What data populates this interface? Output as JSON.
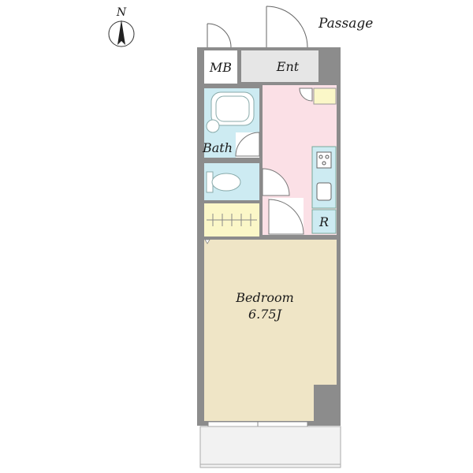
{
  "compass": {
    "north_label": "N"
  },
  "labels": {
    "passage": "Passage",
    "meter_box": "MB",
    "entrance": "Ent",
    "bath": "Bath",
    "refrigerator": "R",
    "bedroom": "Bedroom",
    "bedroom_size": "6.75J"
  },
  "colors": {
    "wall": "#8c8c8c",
    "bath_fill": "#cdebf2",
    "kitchen_fill": "#fbe0e6",
    "closet_fill": "#fbf7c8",
    "bedroom_fill": "#efe5c6",
    "entrance_fill": "#e6e6e6",
    "balcony_fill": "#f2f2f2"
  }
}
